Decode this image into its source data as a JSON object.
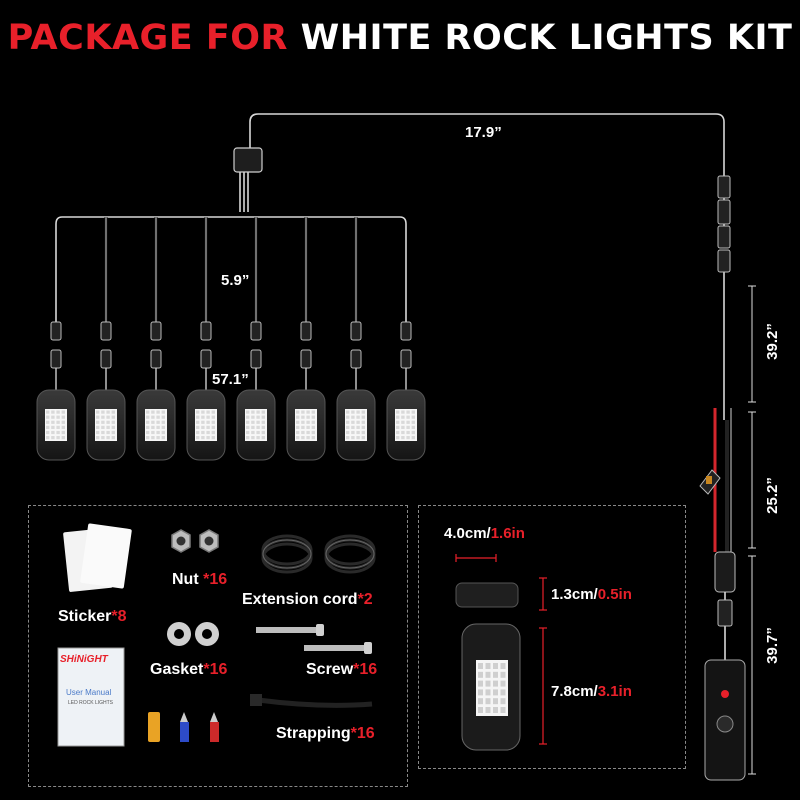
{
  "title": {
    "part1": "PACKAGE FOR",
    "part2": "WHITE ROCK LIGHTS KIT"
  },
  "dimensions": {
    "top_cable": "17.9”",
    "branch": "5.9”",
    "span": "57.1”",
    "right1": "39.2”",
    "right2": "25.2”",
    "right3": "39.7”"
  },
  "package_items": [
    {
      "name": "Sticker",
      "qty": "*8"
    },
    {
      "name": "Nut ",
      "qty": "*16"
    },
    {
      "name": "Extension cord",
      "qty": "*2"
    },
    {
      "name": "Gasket",
      "qty": "*16"
    },
    {
      "name": "Screw",
      "qty": "*16"
    },
    {
      "name": "Strapping",
      "qty": "*16"
    }
  ],
  "manual": {
    "brand": "SHiNiGHT",
    "title": "User Manual",
    "subtitle": "LED ROCK LIGHTS"
  },
  "light_dims": {
    "width_cm": "4.0cm/",
    "width_in": "1.6in",
    "height_cm": "1.3cm/",
    "height_in": "0.5in",
    "length_cm": "7.8cm/",
    "length_in": "3.1in"
  },
  "colors": {
    "accent": "#e8202a",
    "background": "#000000"
  }
}
